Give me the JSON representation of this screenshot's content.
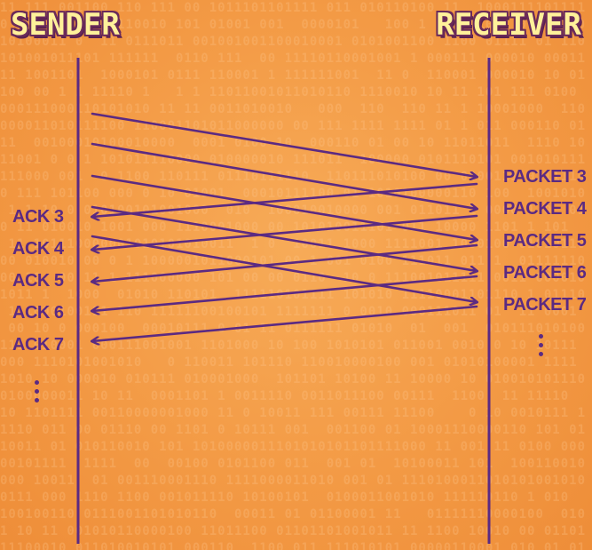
{
  "sender": {
    "title": "SENDER"
  },
  "receiver": {
    "title": "RECEIVER"
  },
  "packets": [
    "PACKET 3",
    "PACKET 4",
    "PACKET 5",
    "PACKET 6",
    "PACKET 7"
  ],
  "acks": [
    "ACK 3",
    "ACK 4",
    "ACK 5",
    "ACK 6",
    "ACK 7"
  ],
  "colors": {
    "line": "#5b2a82",
    "background": "#f39a45",
    "title_fill": "#fff19a",
    "title_outline": "#6a2a5a"
  },
  "background_pattern": "binary digits (0/1) texture",
  "continuation_icon": "vertical-ellipsis"
}
